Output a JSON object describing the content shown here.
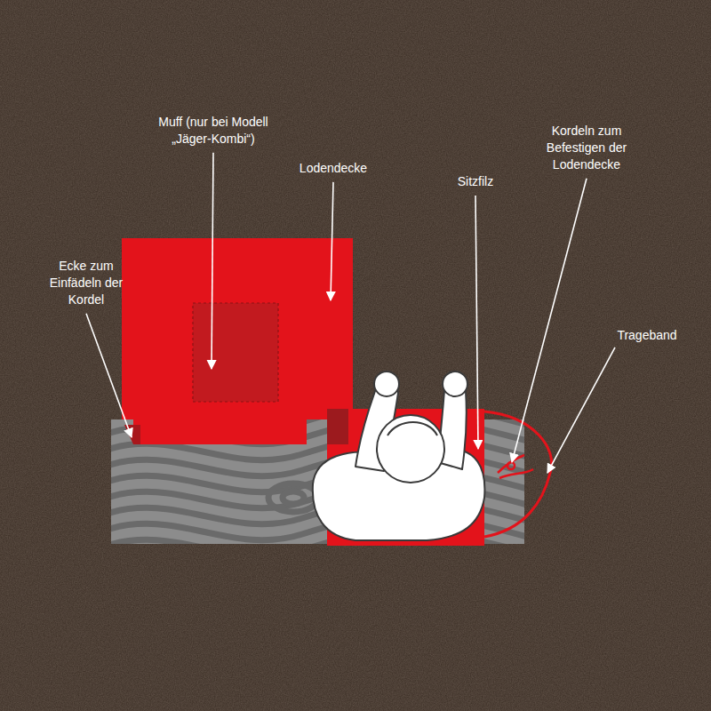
{
  "diagram": {
    "labels": [
      "Muff (nur bei Modell „Jäger-Kombi“)",
      "Lodendecke",
      "Ecke zum Einfädeln der Kordel",
      "Sitzfilz",
      "Kordeln zum Befestigen der Lodendecke",
      "Trageband"
    ]
  }
}
